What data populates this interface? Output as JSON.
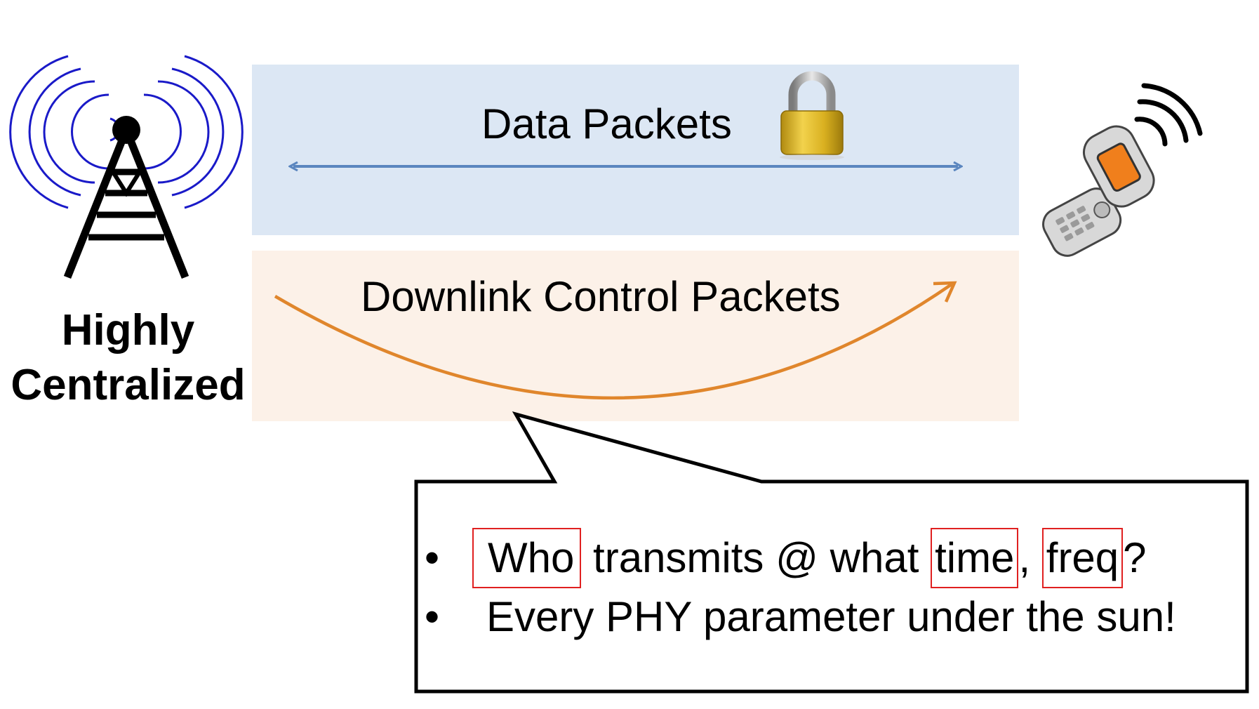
{
  "tower": {
    "label_line1": "Highly",
    "label_line2": "Centralized",
    "wave_color": "#1a1ac8"
  },
  "data_band": {
    "label": "Data Packets",
    "background": "#dce7f4",
    "arrow_color": "#5b86bf",
    "icon": "padlock-icon"
  },
  "control_band": {
    "label": "Downlink Control Packets",
    "background": "#fcf1e8",
    "arrow_color": "#e0862c"
  },
  "phone": {
    "icon": "flip-phone-icon"
  },
  "callout": {
    "bullets": [
      {
        "marker": "•",
        "parts": [
          "Who",
          " transmits @ what ",
          "time",
          ", ",
          "freq",
          "?"
        ]
      },
      {
        "marker": "•",
        "text": "Every PHY parameter under the sun!"
      }
    ],
    "highlight_color": "#e02020"
  }
}
